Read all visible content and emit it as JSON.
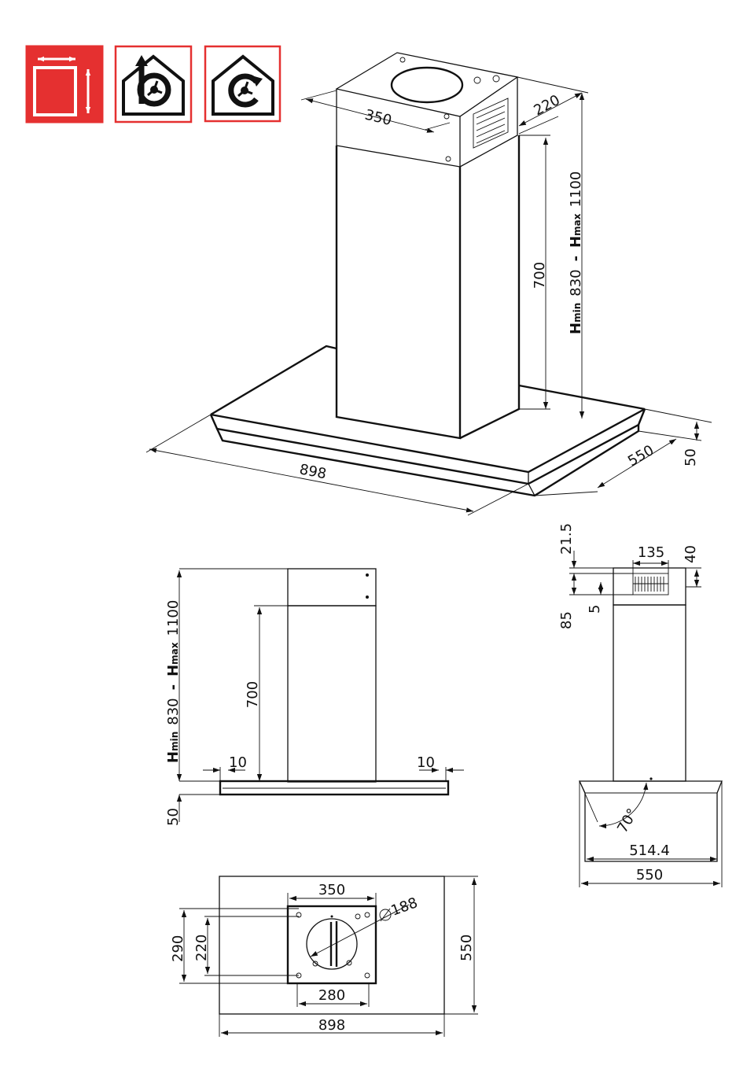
{
  "icons": [
    {
      "name": "dimensions-icon",
      "color": "#e53030"
    },
    {
      "name": "ducted-extraction-icon",
      "color": "#e53030"
    },
    {
      "name": "recirculation-icon",
      "color": "#e53030"
    }
  ],
  "iso": {
    "chimney_width": "350",
    "chimney_depth": "220",
    "chimney_height": "700",
    "height_range": {
      "hmin": "H",
      "hmin_sub": "min",
      "v1": "830",
      "sep": "-",
      "hmax": "H",
      "hmax_sub": "max",
      "v2": "1100"
    },
    "hood_width": "898",
    "hood_depth": "550",
    "hood_thickness": "50"
  },
  "front": {
    "height_range": {
      "hmin": "H",
      "hmin_sub": "min",
      "v1": "830",
      "sep": "-",
      "hmax": "H",
      "hmax_sub": "max",
      "v2": "1100"
    },
    "chimney_height": "700",
    "left_offset": "10",
    "right_offset": "10",
    "hood_thickness": "50"
  },
  "side": {
    "d_21_5": "21.5",
    "d_135": "135",
    "d_40": "40",
    "d_5": "5",
    "d_85": "85",
    "angle": "70°",
    "d_514_4": "514.4",
    "d_550": "550"
  },
  "top": {
    "d_350": "350",
    "d_188": "188",
    "d_290": "290",
    "d_220": "220",
    "d_550": "550",
    "d_280": "280",
    "d_898": "898"
  }
}
